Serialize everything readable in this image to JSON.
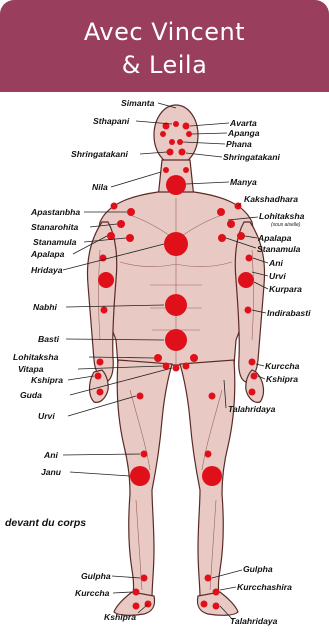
{
  "banner": {
    "title_line1": "Avec Vincent",
    "title_line2": "& Leila",
    "color": "#9a3e5e"
  },
  "caption": "devant du corps",
  "labels": {
    "simanta": "Simanta",
    "sthapani": "Sthapani",
    "avarta": "Avarta",
    "apanga": "Apanga",
    "phana": "Phana",
    "shringatakani_left": "Shringatakani",
    "shringatakani_right": "Shringatakani",
    "manya": "Manya",
    "nila": "Nila",
    "kakshadhara": "Kakshadhara",
    "apastanbha": "Apastanbha",
    "lohitaksha_upper": "Lohitaksha",
    "lohitaksha_upper_note": "(sous aiselle)",
    "stanarohita": "Stanarohita",
    "apalapa_right": "Apalapa",
    "stanamula_left": "Stanamula",
    "stanamula_right": "Stanamula",
    "apalapa_left": "Apalapa",
    "ani_upper": "Ani",
    "hridaya": "Hridaya",
    "urvi_upper": "Urvi",
    "kurpara": "Kurpara",
    "nabhi": "Nabhi",
    "indirabasti": "Indirabasti",
    "basti": "Basti",
    "lohitaksha_lower": "Lohitaksha",
    "kurccha_upper": "Kurccha",
    "vitapa": "Vitapa",
    "kshipra_hand": "Kshipra",
    "kshipra_left": "Kshipra",
    "guda": "Guda",
    "talahridaya_hand": "Talahridaya",
    "urvi_lower": "Urvi",
    "ani_lower": "Ani",
    "janu": "Janu",
    "gulpha_right": "Gulpha",
    "gulpha_left": "Gulpha",
    "kurcchashira": "Kurcchashira",
    "kurccha_lower": "Kurccha",
    "kshipra_foot": "Kshipra",
    "talahridaya_foot": "Talahridaya"
  },
  "colors": {
    "marma_point": "#e0101a",
    "body": "#e9c9c4"
  }
}
